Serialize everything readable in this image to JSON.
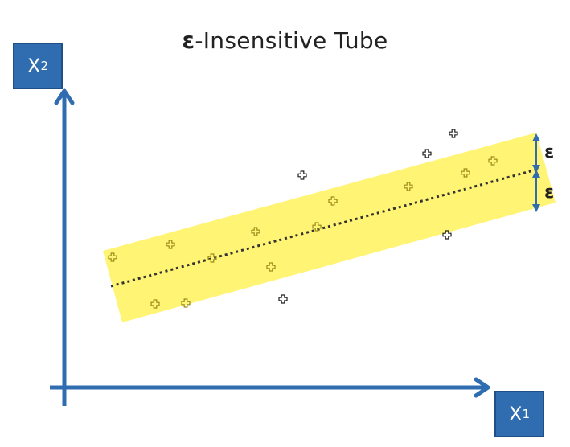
{
  "title": {
    "epsilon": "ε",
    "text": "-Insensitive Tube"
  },
  "axes": {
    "x_label_main": "X",
    "x_label_sub": "1",
    "y_label_main": "X",
    "y_label_sub": "2"
  },
  "margin_labels": {
    "upper": "ε",
    "lower": "ε"
  },
  "colors": {
    "axis": "#2f6db0",
    "tube_fill": "#fff36b",
    "regression_line": "#333333",
    "points_inside": "#9a8a1a",
    "points_outside": "#222222"
  },
  "icons": {
    "data_point": "plus-outline-icon",
    "margin_marker": "double-arrow-icon"
  }
}
